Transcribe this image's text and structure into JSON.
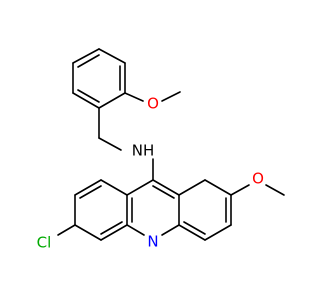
{
  "molecule": {
    "atoms": {
      "N_amine": {
        "text": "NH",
        "color": "#000000"
      },
      "N_ring": {
        "text": "N",
        "color": "#0000ff"
      },
      "Cl": {
        "text": "Cl",
        "color": "#00aa00"
      },
      "O_top": {
        "text": "O",
        "color": "#ff0000"
      },
      "O_right": {
        "text": "O",
        "color": "#ff0000"
      }
    }
  }
}
